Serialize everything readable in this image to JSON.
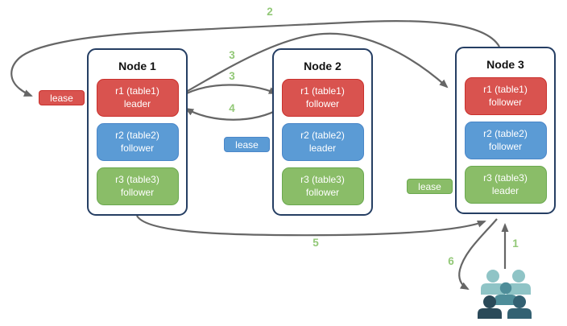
{
  "colors": {
    "red_fill": "#D9534F",
    "red_border": "#C9302C",
    "blue_fill": "#5B9BD5",
    "blue_border": "#4A86C8",
    "green_fill": "#8ABD68",
    "green_border": "#6AA84F",
    "node_border": "#253E63",
    "arrow": "#666666",
    "step_label": "#92C877",
    "users_light": "#8FC4C6",
    "users_mid": "#4E8D99",
    "users_dark_left": "#2B4A59",
    "users_dark_right": "#336172"
  },
  "nodes": [
    {
      "title": "Node 1",
      "replicas": [
        {
          "name": "r1 (table1)",
          "role": "leader",
          "color": "red"
        },
        {
          "name": "r2 (table2)",
          "role": "follower",
          "color": "blue"
        },
        {
          "name": "r3 (table3)",
          "role": "follower",
          "color": "green"
        }
      ]
    },
    {
      "title": "Node 2",
      "replicas": [
        {
          "name": "r1 (table1)",
          "role": "follower",
          "color": "red"
        },
        {
          "name": "r2 (table2)",
          "role": "leader",
          "color": "blue"
        },
        {
          "name": "r3 (table3)",
          "role": "follower",
          "color": "green"
        }
      ]
    },
    {
      "title": "Node 3",
      "replicas": [
        {
          "name": "r1 (table1)",
          "role": "follower",
          "color": "red"
        },
        {
          "name": "r2 (table2)",
          "role": "follower",
          "color": "blue"
        },
        {
          "name": "r3 (table3)",
          "role": "leader",
          "color": "green"
        }
      ]
    }
  ],
  "leases": [
    {
      "label": "lease",
      "color": "red"
    },
    {
      "label": "lease",
      "color": "blue"
    },
    {
      "label": "lease",
      "color": "green"
    }
  ],
  "steps": {
    "s1": "1",
    "s2": "2",
    "s3a": "3",
    "s3b": "3",
    "s4": "4",
    "s5": "5",
    "s6": "6"
  },
  "icons": {
    "users": "users-group"
  }
}
